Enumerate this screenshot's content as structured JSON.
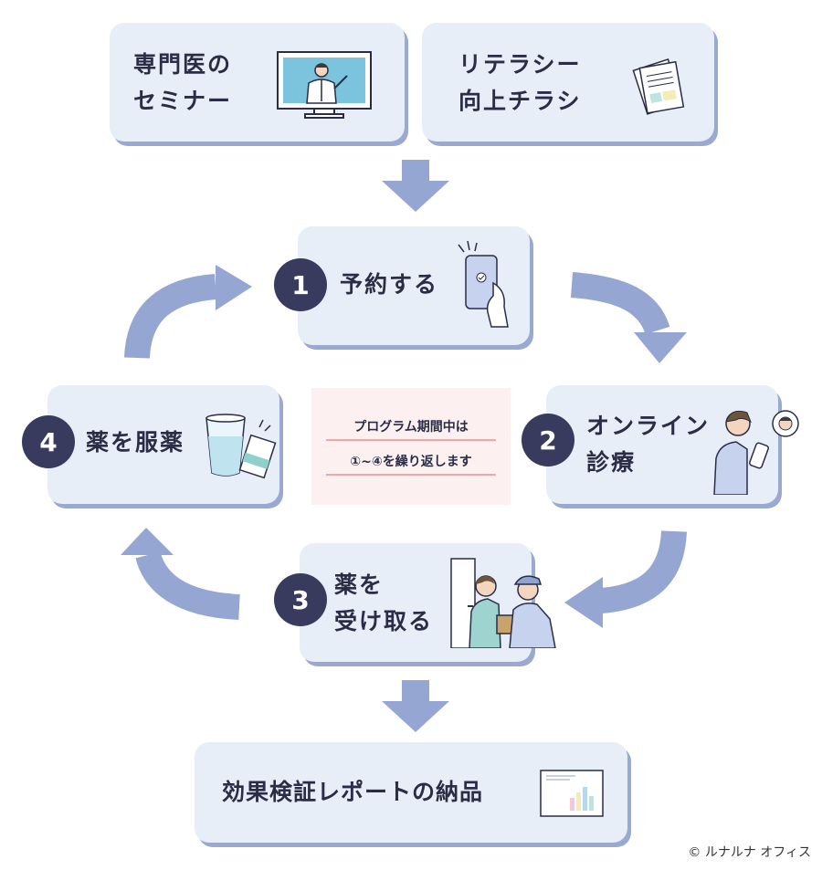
{
  "top_cards": {
    "seminar": {
      "line1": "専門医の",
      "line2": "セミナー"
    },
    "flyer": {
      "line1": "リテラシー",
      "line2": "向上チラシ"
    }
  },
  "steps": {
    "s1": {
      "number": "1",
      "label": "予約する"
    },
    "s2": {
      "number": "2",
      "line1": "オンライン",
      "line2": "診療"
    },
    "s3": {
      "number": "3",
      "line1": "薬を",
      "line2": "受け取る"
    },
    "s4": {
      "number": "4",
      "label": "薬を服薬"
    }
  },
  "center_note": {
    "line1": "プログラム期間中は",
    "line2": "①~④を繰り返します"
  },
  "report": {
    "label": "効果検証レポートの納品"
  },
  "copyright": "© ルナルナ オフィス",
  "colors": {
    "card_bg": "#e8eef7",
    "card_shadow": "#9aa9d2",
    "arrow": "#95a6d3",
    "badge": "#383b5e",
    "note_bg": "#fdf0f0",
    "note_rule": "#f2a7a7"
  }
}
